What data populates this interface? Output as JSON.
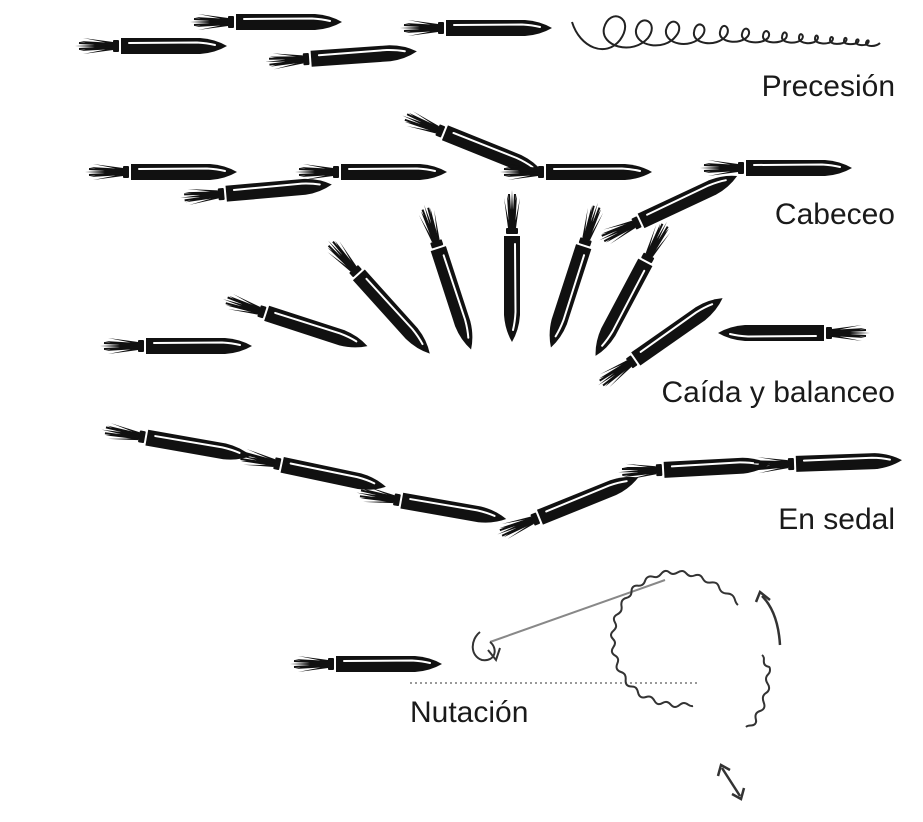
{
  "diagram": {
    "labels": {
      "precesion": "Precesión",
      "cabeceo": "Cabeceo",
      "caida": "Caída y balanceo",
      "sedal": "En sedal",
      "nutacion": "Nutación"
    },
    "colors": {
      "ink": "#111111",
      "line": "#888888",
      "highlight": "#ffffff"
    }
  }
}
